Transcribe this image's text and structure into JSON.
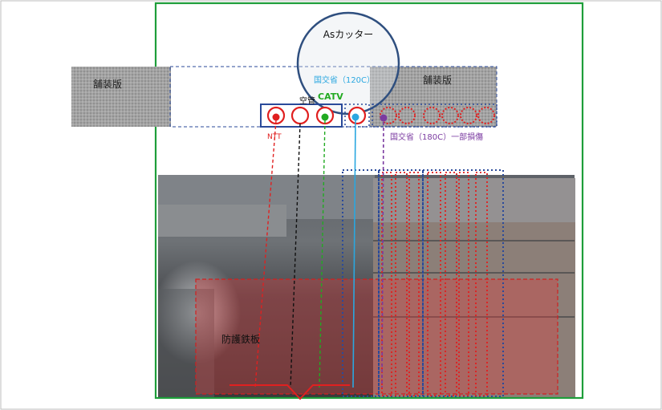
{
  "labels": {
    "cutter": "Asカッター",
    "pavement_left": "舗装版",
    "pavement_right": "舗装版",
    "mlit_120c": "国交省（120C）",
    "empty_pipe": "空管",
    "catv": "CATV",
    "ntt": "NTT",
    "mlit_180c": "国交省（180C）一部損傷",
    "protective_plate": "防護鉄板"
  },
  "colors": {
    "frame_green": "#1e9e3a",
    "pavement_fill": "#9a9a9a",
    "dotted_blue": "#2a4a9a",
    "cutter_circle": "#2f4f7f",
    "ntt_red": "#e02020",
    "empty_black": "#111111",
    "catv_green": "#22aa22",
    "mlit_blue": "#2aa7e0",
    "mlit_purple": "#7a3aa0",
    "protect_fill": "#e23a3a",
    "damage_red": "#e02020"
  }
}
